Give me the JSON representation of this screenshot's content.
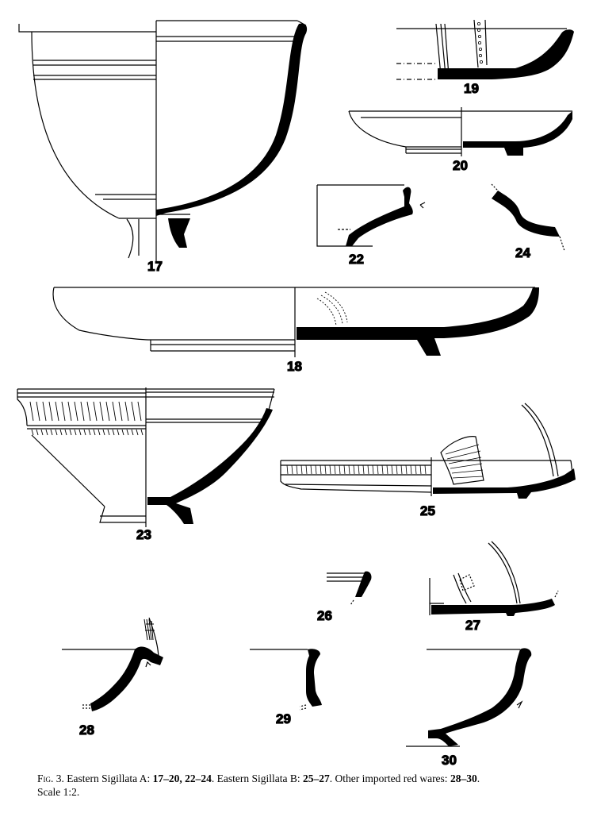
{
  "figure_labels": {
    "n17": "17",
    "n18": "18",
    "n19": "19",
    "n20": "20",
    "n22": "22",
    "n23": "23",
    "n24": "24",
    "n25": "25",
    "n26": "26",
    "n27": "27",
    "n28": "28",
    "n29": "29",
    "n30": "30"
  },
  "caption": {
    "fig": "Fig. 3.",
    "t1": " Eastern Sigillata A: ",
    "b1": "17–20, 22–24",
    "t2": ". Eastern Sigillata B: ",
    "b2": "25–27",
    "t3": ". Other imported red wares: ",
    "b3": "28–30",
    "t4": ".",
    "scale": "Scale 1:2."
  }
}
